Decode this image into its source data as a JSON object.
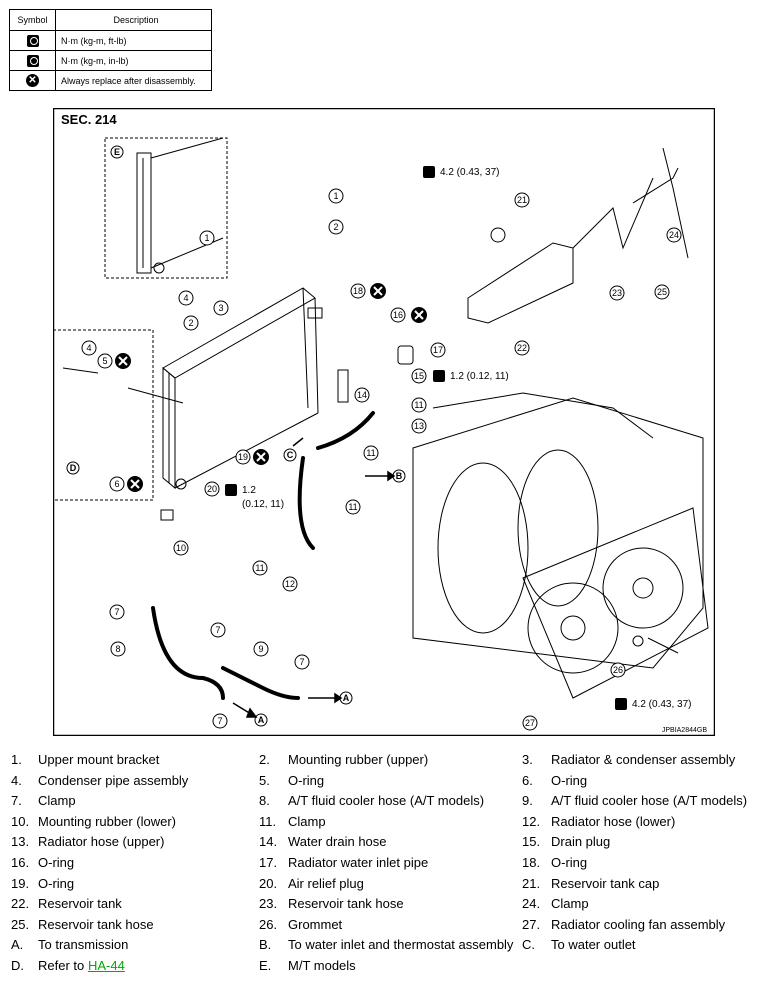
{
  "legend": {
    "header_symbol": "Symbol",
    "header_description": "Description",
    "rows": [
      {
        "icon": "torque-ftlb-icon",
        "text": "N·m (kg-m, ft-lb)"
      },
      {
        "icon": "torque-inlb-icon",
        "text": "N·m (kg-m, in-lb)"
      },
      {
        "icon": "replace-x-icon",
        "text": "Always replace after disassembly."
      }
    ]
  },
  "diagram": {
    "section": "SEC. 214",
    "code": "JPBIA2844GB",
    "torque": {
      "t1": "4.2 (0.43, 37)",
      "t2": "1.2 (0.12, 11)",
      "t3": "1.2",
      "t4": "(0.12, 11)",
      "t5": "4.2 (0.43, 37)"
    }
  },
  "parts": [
    {
      "id": "1.",
      "name": "Upper mount bracket"
    },
    {
      "id": "2.",
      "name": "Mounting rubber (upper)"
    },
    {
      "id": "3.",
      "name": "Radiator & condenser assembly"
    },
    {
      "id": "4.",
      "name": "Condenser pipe assembly"
    },
    {
      "id": "5.",
      "name": "O-ring"
    },
    {
      "id": "6.",
      "name": "O-ring"
    },
    {
      "id": "7.",
      "name": "Clamp"
    },
    {
      "id": "8.",
      "name": "A/T fluid cooler hose (A/T models)"
    },
    {
      "id": "9.",
      "name": "A/T fluid cooler hose (A/T models)"
    },
    {
      "id": "10.",
      "name": "Mounting rubber (lower)"
    },
    {
      "id": "11.",
      "name": "Clamp"
    },
    {
      "id": "12.",
      "name": "Radiator hose (lower)"
    },
    {
      "id": "13.",
      "name": "Radiator hose (upper)"
    },
    {
      "id": "14.",
      "name": "Water drain hose"
    },
    {
      "id": "15.",
      "name": "Drain plug"
    },
    {
      "id": "16.",
      "name": "O-ring"
    },
    {
      "id": "17.",
      "name": "Radiator water inlet pipe"
    },
    {
      "id": "18.",
      "name": "O-ring"
    },
    {
      "id": "19.",
      "name": "O-ring"
    },
    {
      "id": "20.",
      "name": "Air relief plug"
    },
    {
      "id": "21.",
      "name": "Reservoir tank cap"
    },
    {
      "id": "22.",
      "name": "Reservoir tank"
    },
    {
      "id": "23.",
      "name": "Reservoir tank hose"
    },
    {
      "id": "24.",
      "name": "Clamp"
    },
    {
      "id": "25.",
      "name": "Reservoir tank hose"
    },
    {
      "id": "26.",
      "name": "Grommet"
    },
    {
      "id": "27.",
      "name": "Radiator cooling fan assembly"
    },
    {
      "id": "A.",
      "name": "To transmission"
    },
    {
      "id": "B.",
      "name": "To water inlet and thermostat assembly"
    },
    {
      "id": "C.",
      "name": "To water outlet"
    },
    {
      "id": "D.",
      "name": "Refer to ",
      "link": "HA-44"
    },
    {
      "id": "E.",
      "name": "M/T models"
    }
  ]
}
